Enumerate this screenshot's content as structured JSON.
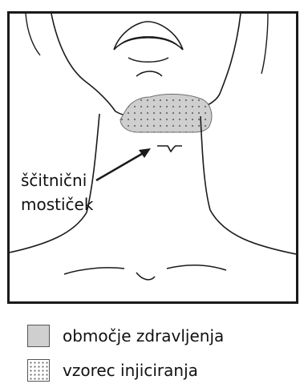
{
  "diagram": {
    "landmark_label_line1": "ščitnični",
    "landmark_label_line2": "mostiček",
    "colors": {
      "treatment_area_fill": "#cfcfcf",
      "injection_dots": "#6a6a6a",
      "outline": "#1a1a1a"
    }
  },
  "legend": {
    "items": [
      {
        "icon": "gray-square-swatch",
        "label": "območje zdravljenja"
      },
      {
        "icon": "dotted-square-swatch",
        "label": "vzorec injiciranja"
      }
    ]
  }
}
